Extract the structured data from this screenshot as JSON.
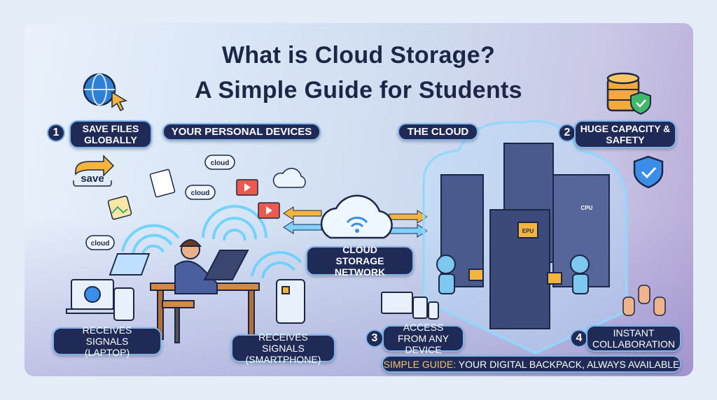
{
  "title": {
    "line1": "What is Cloud Storage?",
    "line2": "A Simple Guide for Students"
  },
  "steps": [
    {
      "number": "1",
      "label": "SAVE FILES GLOBALLY"
    },
    {
      "number": "2",
      "label": "HUGE CAPACITY & SAFETY"
    },
    {
      "number": "3",
      "label": "ACCESS FROM ANY DEVICE"
    },
    {
      "number": "4",
      "label": "INSTANT COLLABORATION"
    }
  ],
  "labels": {
    "personal_devices": "YOUR PERSONAL DEVICES",
    "the_cloud": "THE CLOUD",
    "network": "CLOUD STORAGE NETWORK",
    "laptop": "RECEIVES SIGNALS (LAPTOP)",
    "smartphone": "RECEIVES SIGNALS (SMARTPHONE)",
    "save_word": "save",
    "cloud_word": "cloud",
    "chip_labels": [
      "CPU",
      "EPU"
    ]
  },
  "footer": {
    "prefix": "SIMPLE GUIDE:",
    "text": " YOUR DIGITAL BACKPACK, ALWAYS AVAILABLE"
  },
  "colors": {
    "navy": "#1f2a57",
    "accent_blue": "#7fb5ea",
    "gold": "#f2c46a",
    "arrow_orange": "#f5b43c"
  },
  "icons": [
    "globe-cursor-icon",
    "database-shield-icon",
    "shield-check-icon",
    "save-arrow-icon",
    "document-icon",
    "image-icon",
    "video-icon",
    "wifi-cloud-icon",
    "server-rack-icon",
    "robot-icon",
    "laptop-icon",
    "tablet-icon",
    "hands-icon"
  ]
}
